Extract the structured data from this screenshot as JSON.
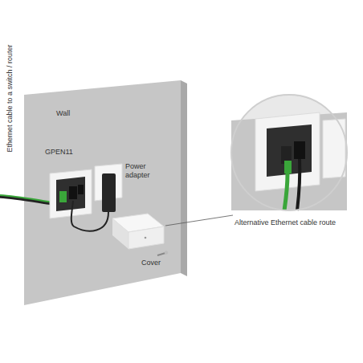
{
  "diagram": {
    "labels": [
      "Ethernet cable to a switch / router",
      "Wall",
      "GPEN11",
      "Power adapter",
      "Cover",
      "Alternative Ethernet cable route"
    ]
  }
}
